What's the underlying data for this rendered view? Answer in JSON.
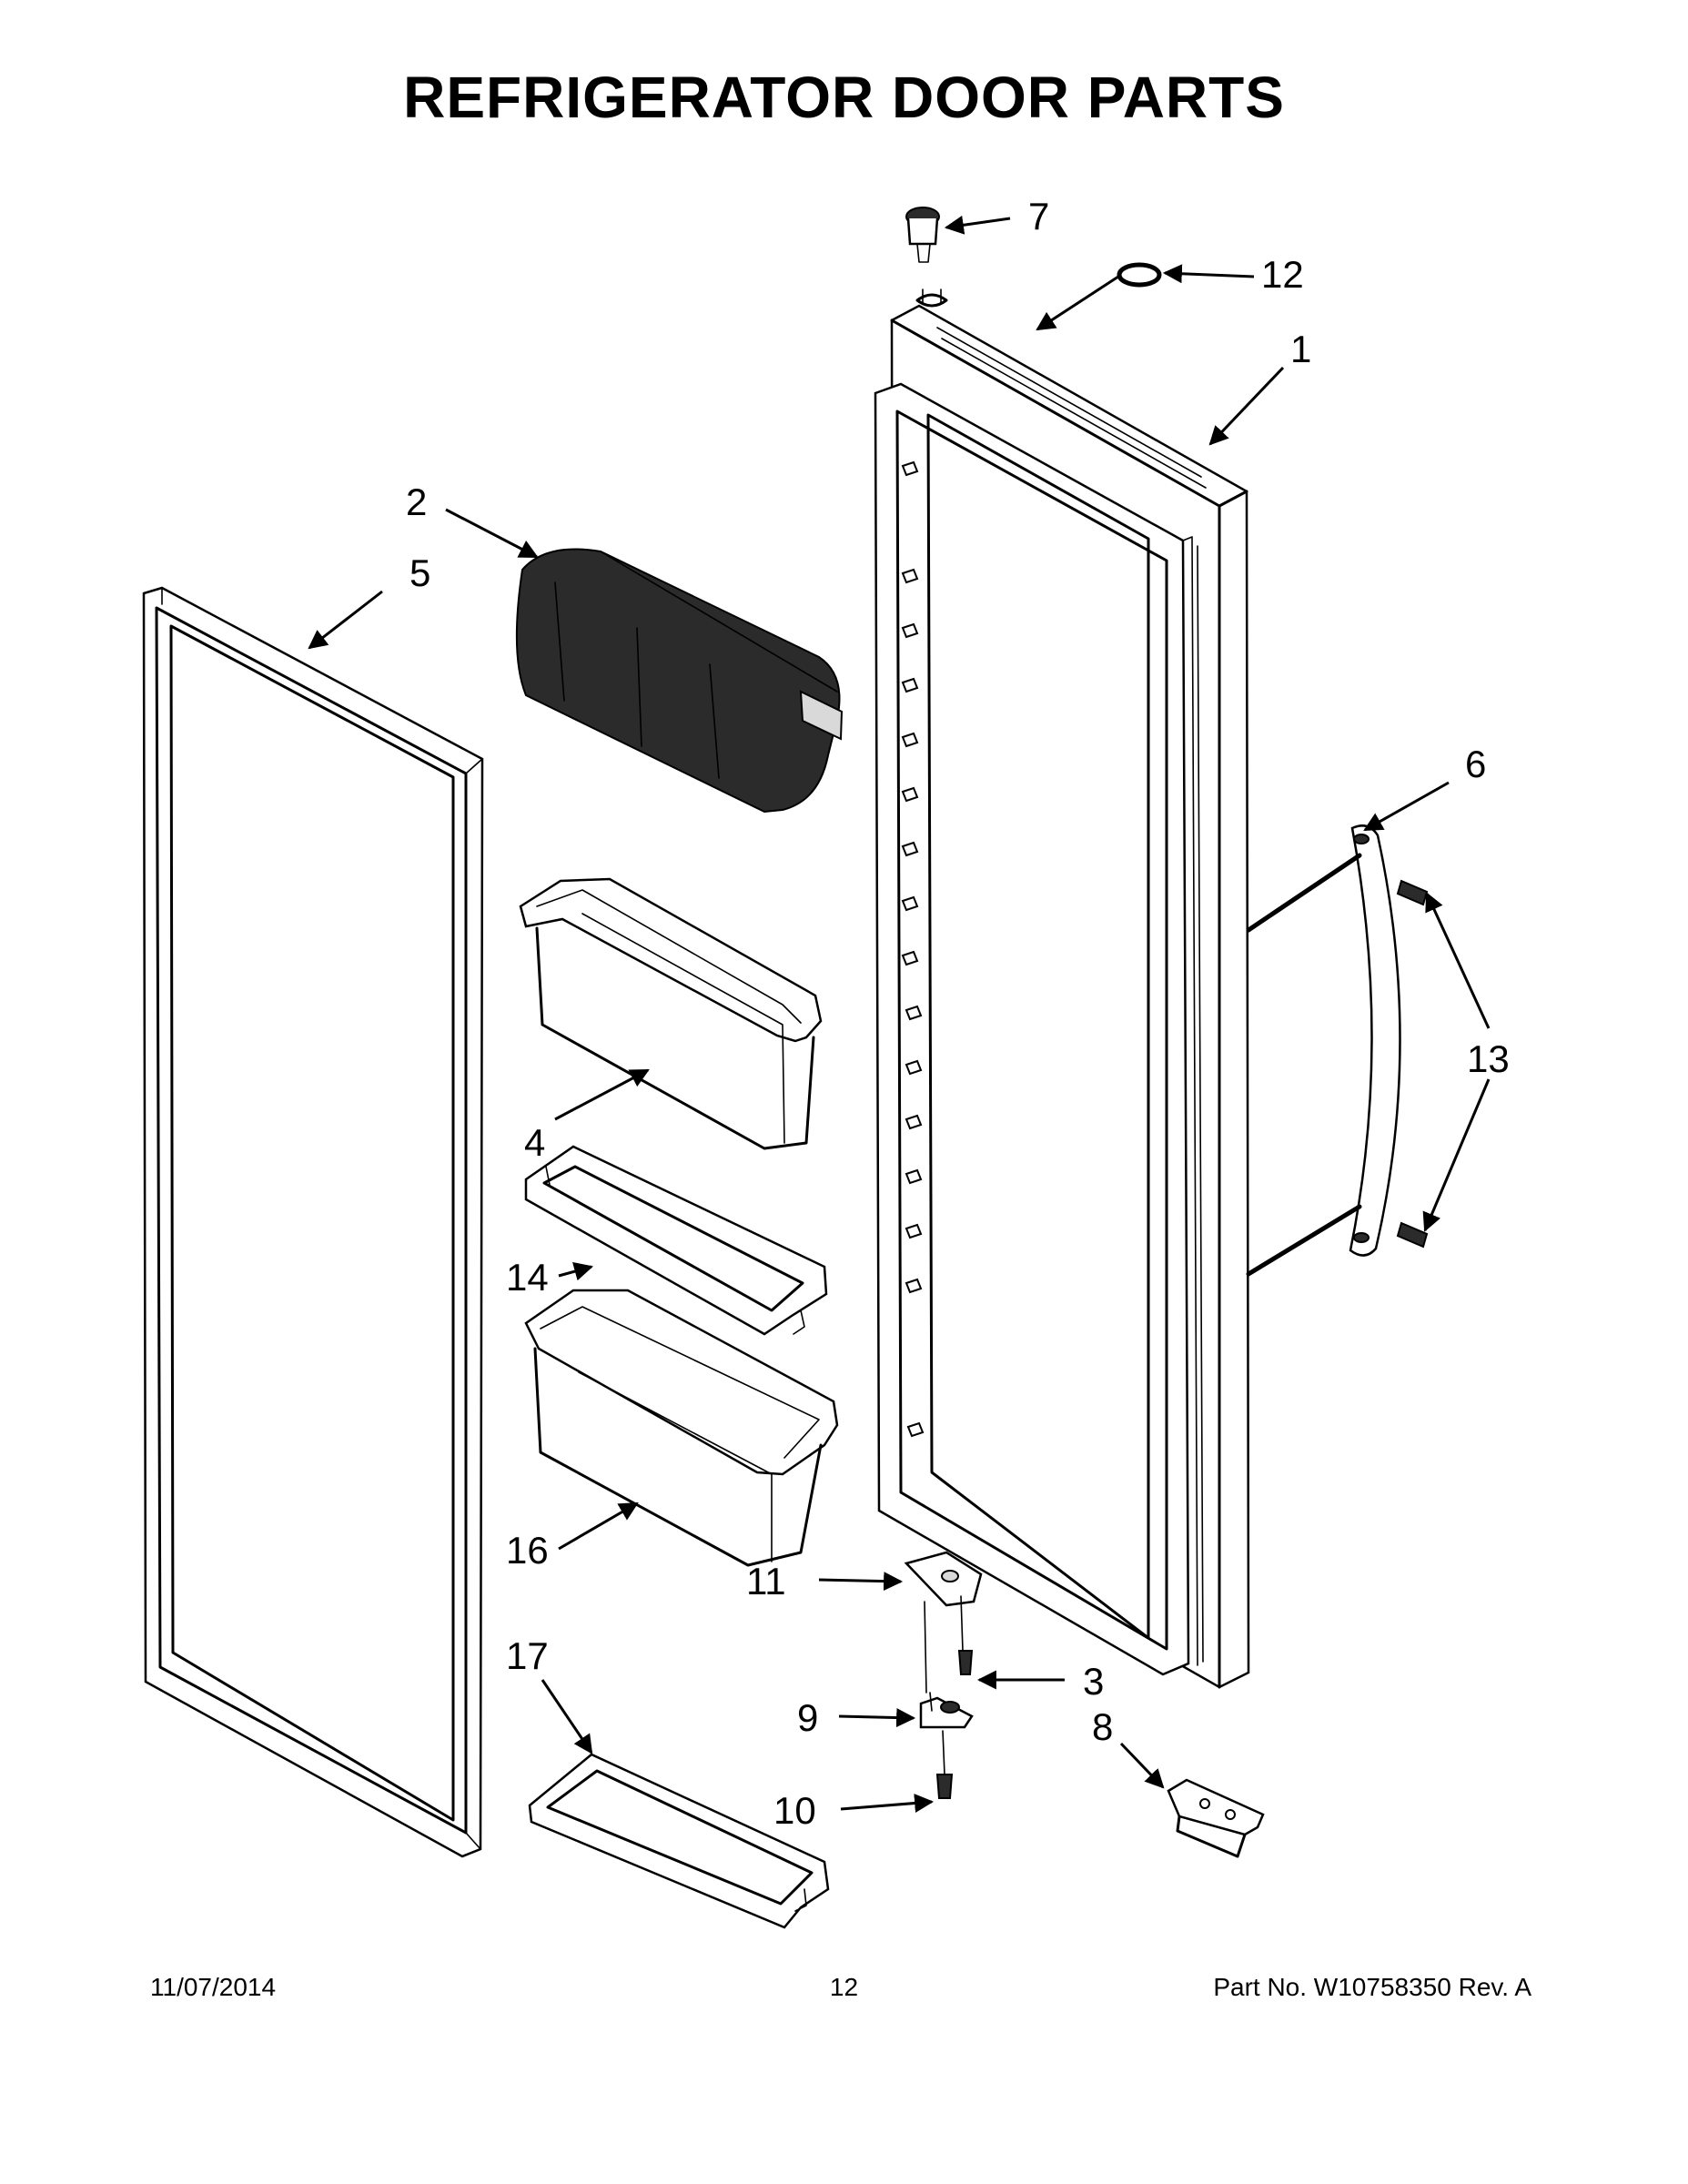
{
  "header": {
    "title": "REFRIGERATOR DOOR PARTS"
  },
  "callouts": [
    "1",
    "2",
    "3",
    "4",
    "5",
    "6",
    "7",
    "8",
    "9",
    "10",
    "11",
    "12",
    "13",
    "14",
    "16",
    "17"
  ],
  "footer": {
    "date": "11/07/2014",
    "page": "12",
    "part_number": "Part No.  W10758350  Rev.  A"
  }
}
